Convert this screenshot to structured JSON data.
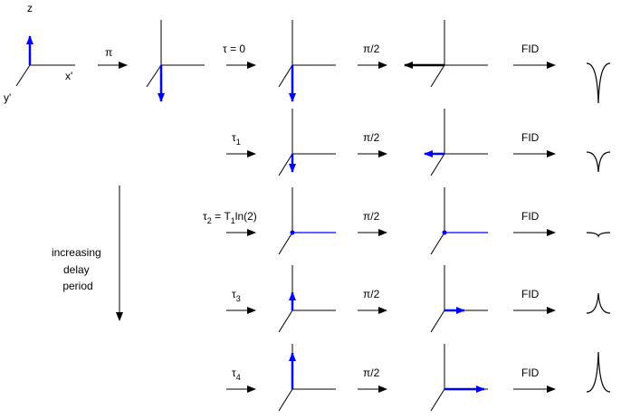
{
  "axes_labels": {
    "z": "z",
    "x": "x'",
    "y": "y'"
  },
  "pulse_pi": "π",
  "pulse_half": "π/2",
  "fid_label": "FID",
  "delay_note": [
    "increasing",
    "delay",
    "period"
  ],
  "rows": [
    {
      "tau": "τ = 0",
      "mz_after_delay": -1,
      "signal": "negative"
    },
    {
      "tau": "τ1",
      "mz_after_delay": -0.5,
      "signal": "negative"
    },
    {
      "tau": "τ2 = T1ln(2)",
      "mz_after_delay": 0,
      "signal": "null"
    },
    {
      "tau": "τ3",
      "mz_after_delay": 0.5,
      "signal": "positive"
    },
    {
      "tau": "τ4",
      "mz_after_delay": 1,
      "signal": "positive"
    }
  ],
  "colors": {
    "vector": "#0000ff",
    "axes": "#000000",
    "first_row_readout": "#000000"
  }
}
